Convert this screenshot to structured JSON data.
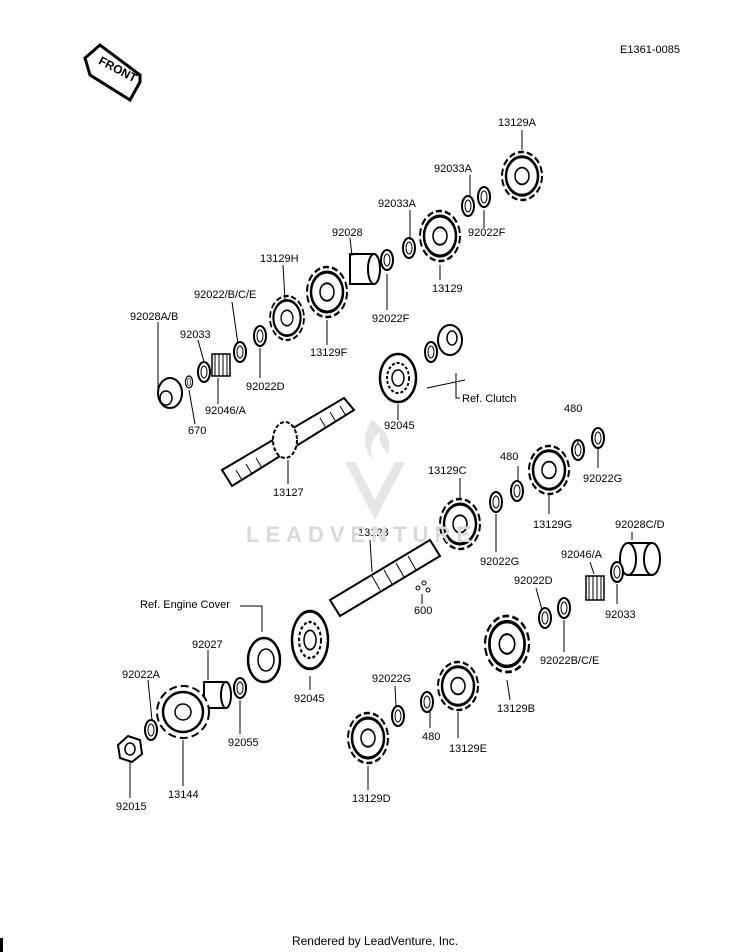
{
  "figure_code": "E1361-0085",
  "front_label": "FRONT",
  "watermark": "LEADVENTURE",
  "footer": "Rendered by LeadVenture, Inc.",
  "parts": {
    "p13129A": "13129A",
    "p92033A_1": "92033A",
    "p92033A_2": "92033A",
    "p92022F_1": "92022F",
    "p92022F_2": "92022F",
    "p13129": "13129",
    "p92028": "92028",
    "p13129H": "13129H",
    "p13129F": "13129F",
    "p92022BCE_1": "92022/B/C/E",
    "p92028AB": "92028A/B",
    "p92033_1": "92033",
    "p92022D_1": "92022D",
    "p92046A_1": "92046/A",
    "p670": "670",
    "p92045_1": "92045",
    "pRefClutch": "Ref. Clutch",
    "p13127": "13127",
    "p480_1": "480",
    "p480_2": "480",
    "p92022G_1": "92022G",
    "p13129C": "13129C",
    "p13129G": "13129G",
    "p13128": "13128",
    "p92022G_2": "92022G",
    "p92028CD": "92028C/D",
    "p92046A_2": "92046/A",
    "p92022D_2": "92022D",
    "p92033_2": "92033",
    "p600": "600",
    "pRefEngineCover": "Ref. Engine Cover",
    "p92027": "92027",
    "p92045_2": "92045",
    "p92022A": "92022A",
    "p92055": "92055",
    "p92022BCE_2": "92022B/C/E",
    "p92022G_3": "92022G",
    "p13129B": "13129B",
    "p480_3": "480",
    "p13129E": "13129E",
    "p13144": "13144",
    "p92015": "92015",
    "p13129D": "13129D"
  }
}
